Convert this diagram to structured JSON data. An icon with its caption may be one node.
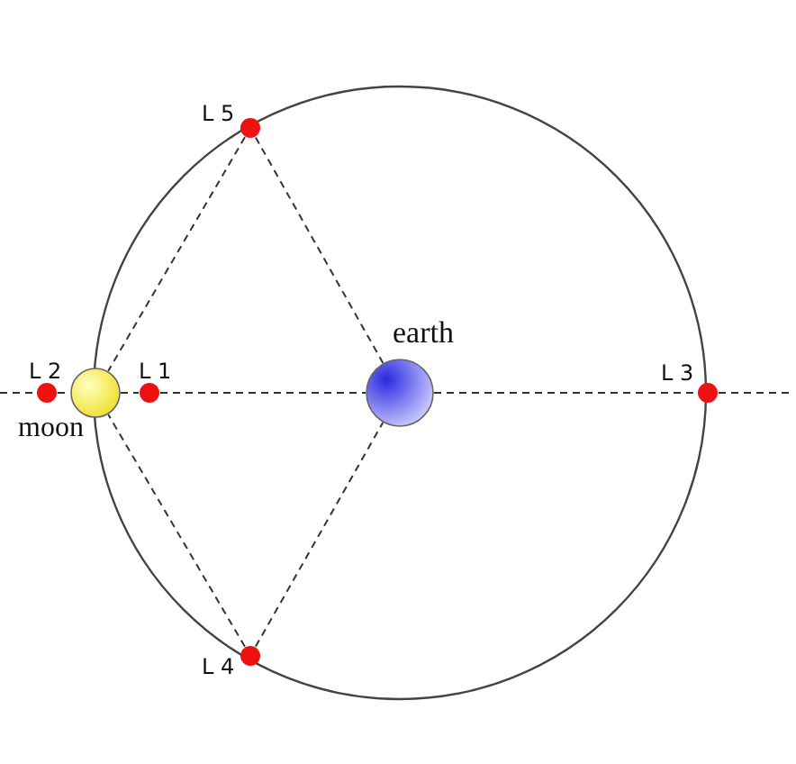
{
  "diagram": {
    "nodes": [
      {
        "text": [
          "L 5"
        ]
      },
      {
        "text": [
          "L 2"
        ]
      },
      {
        "text": [
          "moon"
        ]
      },
      {
        "text": [
          "L 1"
        ]
      },
      {
        "text": [
          "earth"
        ]
      },
      {
        "text": [
          "L 3"
        ]
      },
      {
        "text": [
          "L 4"
        ]
      }
    ],
    "edges": [
      {
        "from": null,
        "to": 1,
        "arrow": "none",
        "style": "dashed"
      },
      {
        "from": 1,
        "to": 2,
        "arrow": "none",
        "style": "dashed"
      },
      {
        "from": 2,
        "to": 3,
        "arrow": "none",
        "style": "dashed"
      },
      {
        "from": 3,
        "to": 4,
        "arrow": "none",
        "style": "dashed"
      },
      {
        "from": 4,
        "to": 5,
        "arrow": "none",
        "style": "dashed"
      },
      {
        "from": 5,
        "to": null,
        "arrow": "none",
        "style": "dashed"
      },
      {
        "from": 0,
        "to": 2,
        "arrow": "none",
        "style": "dashed"
      },
      {
        "from": 0,
        "to": 4,
        "arrow": "none",
        "style": "dashed"
      },
      {
        "from": 6,
        "to": 2,
        "arrow": "none",
        "style": "dashed"
      },
      {
        "from": 6,
        "to": 4,
        "arrow": "none",
        "style": "dashed"
      }
    ]
  }
}
